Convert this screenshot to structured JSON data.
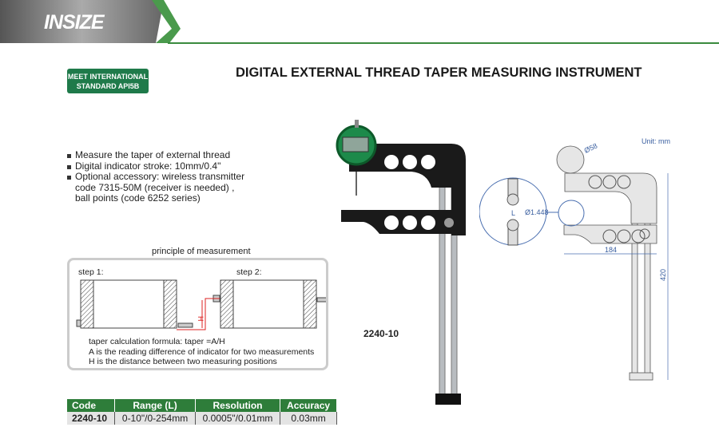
{
  "header": {
    "brand": "INSIZE",
    "accent": "#2e7d3a"
  },
  "badge": {
    "line1": "MEET INTERNATIONAL",
    "line2": "STANDARD API5B"
  },
  "title": "DIGITAL EXTERNAL THREAD TAPER MEASURING INSTRUMENT",
  "features": [
    "Measure the taper of external thread",
    "Digital indicator stroke: 10mm/0.4\"",
    "Optional accessory: wireless transmitter",
    "code 7315-50M (receiver is needed) ,",
    "ball points (code 6252 series)"
  ],
  "principle": {
    "title": "principle of measurement",
    "step1": "step 1:",
    "step2": "step 2:",
    "h_label": "H",
    "formula": "taper calculation formula: taper =A/H",
    "line_a": "A is the reading difference of indicator for two measurements",
    "line_h": "H is the distance between two measuring positions"
  },
  "model": "2240-10",
  "drawing": {
    "unit": "Unit: mm",
    "dial": "Ø58",
    "ball": "Ø1.448",
    "l": "L",
    "width": "184",
    "height": "420"
  },
  "spec": {
    "headers": [
      "Code",
      "Range (L)",
      "Resolution",
      "Accuracy"
    ],
    "rows": [
      [
        "2240-10",
        "0-10\"/0-254mm",
        "0.0005\"/0.01mm",
        "0.03mm"
      ]
    ]
  }
}
